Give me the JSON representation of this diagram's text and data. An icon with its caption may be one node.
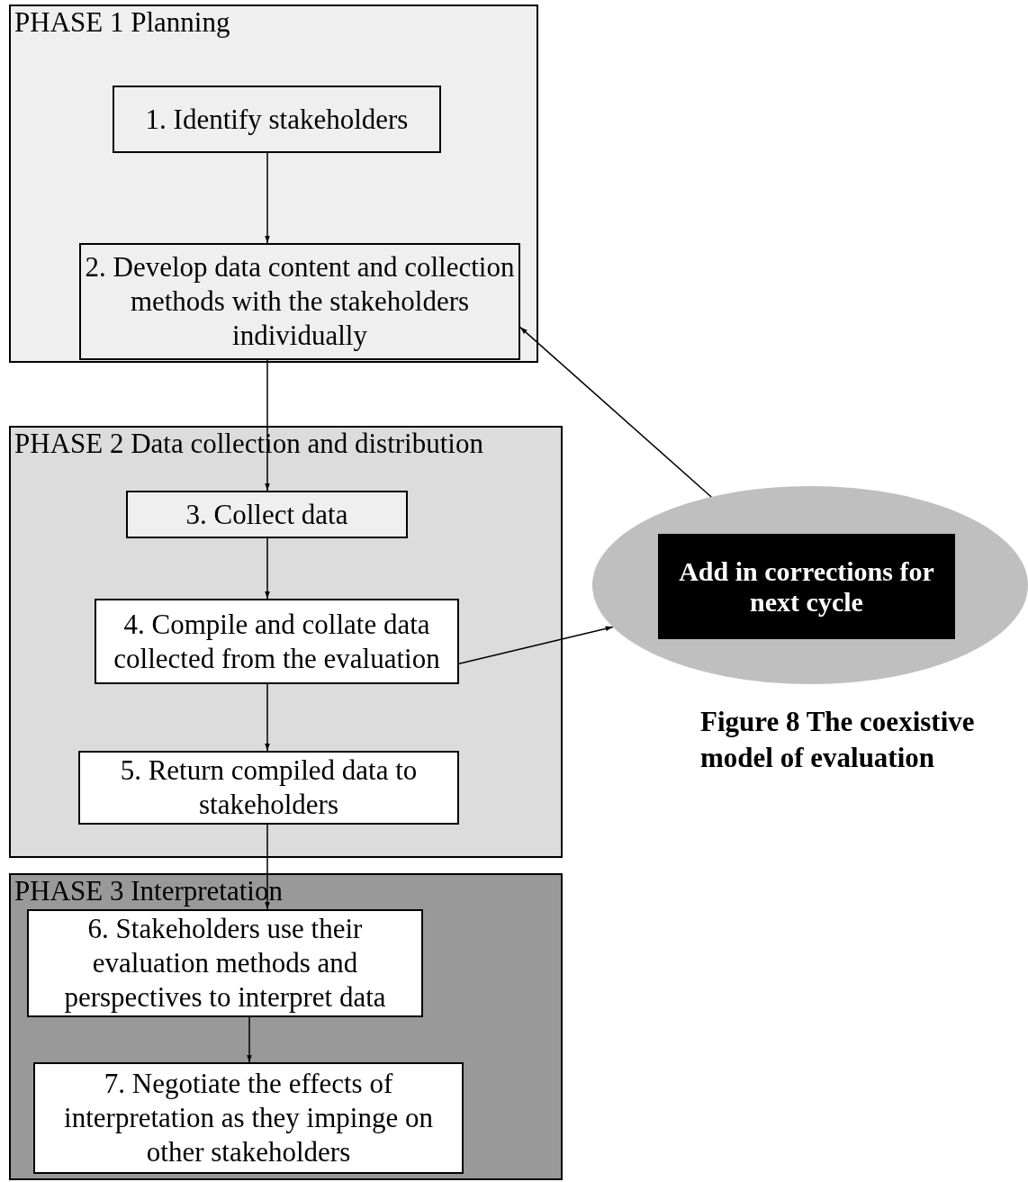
{
  "diagram": {
    "caption": "Figure 8 The coexistive model of evaluation",
    "nodes": [
      {
        "text": [
          "PHASE 1 Planning"
        ]
      },
      {
        "text": [
          "1. Identify stakeholders"
        ],
        "in": 0
      },
      {
        "text": [
          "2. Develop data content and collection methods with the stakeholders individually"
        ],
        "in": 0
      },
      {
        "text": [
          "PHASE 2 Data collection and distribution"
        ]
      },
      {
        "text": [
          "3. Collect data"
        ],
        "in": 3
      },
      {
        "text": [
          "4. Compile and collate data collected from the evaluation"
        ],
        "in": 3
      },
      {
        "text": [
          "5. Return compiled data to stakeholders"
        ],
        "in": 3
      },
      {
        "text": [
          "PHASE 3 Interpretation"
        ]
      },
      {
        "text": [
          "6. Stakeholders use their evaluation methods and perspectives to interpret data"
        ],
        "in": 7
      },
      {
        "text": [
          "7. Negotiate the effects of interpretation as they impinge on other stakeholders"
        ],
        "in": 7
      },
      {
        "text": [],
        "shape": "ellipse"
      },
      {
        "text": [
          "Add in corrections for next cycle"
        ],
        "in": 10
      }
    ],
    "edges": [
      {
        "from": 1,
        "to": 2,
        "arrow": "to"
      },
      {
        "from": 2,
        "to": 4,
        "arrow": "to"
      },
      {
        "from": 4,
        "to": 5,
        "arrow": "to"
      },
      {
        "from": 5,
        "to": 6,
        "arrow": "to"
      },
      {
        "from": 6,
        "to": 8,
        "arrow": "to"
      },
      {
        "from": 8,
        "to": 9,
        "arrow": "to"
      },
      {
        "from": 5,
        "to": 10,
        "arrow": "to"
      },
      {
        "from": 10,
        "to": 2,
        "arrow": "to"
      }
    ]
  }
}
